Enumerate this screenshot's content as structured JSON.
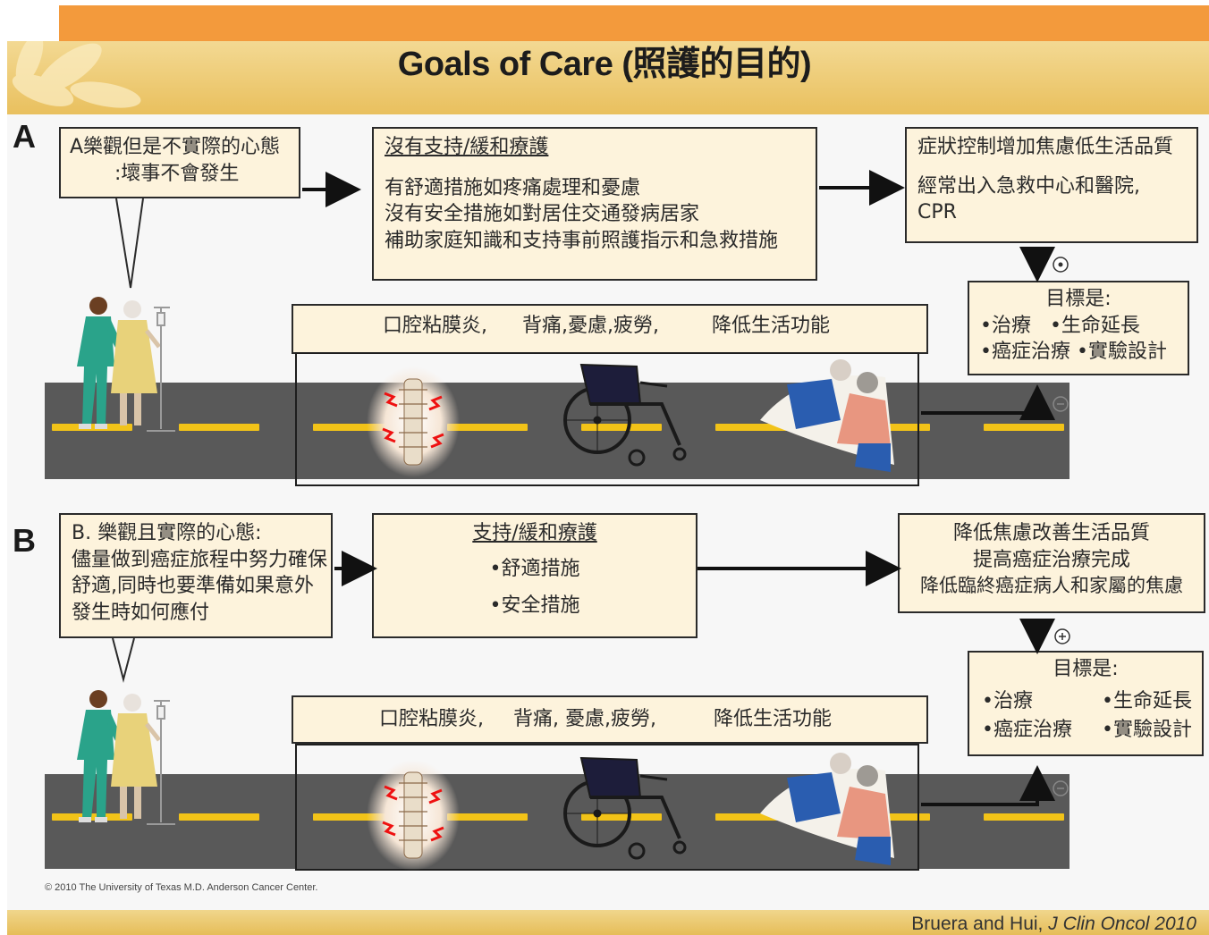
{
  "title": "Goals of Care (照護的目的)",
  "citation": {
    "authors": "Bruera and Hui,",
    "journal": "J Clin Oncol 2010"
  },
  "copyright": "© 2010 The University of Texas M.D. Anderson Cancer Center.",
  "panel_a": {
    "letter": "A",
    "mindset": [
      "A樂觀但是不實際的心態",
      ":壞事不會發生"
    ],
    "care": {
      "heading": "沒有支持/緩和療護",
      "lines": [
        "有舒適措施如疼痛處理和憂慮",
        "沒有安全措施如對居住交通發病居家",
        "補助家庭知識和支持事前照護指示和急救措施"
      ]
    },
    "outcome": [
      "症狀控制增加焦慮低生活品質",
      "經常出入急救中心和醫院,",
      "CPR"
    ],
    "goals": {
      "heading": "目標是:",
      "row1": "•治療   •生命延長",
      "row2": "•癌症治療  •實驗設計"
    },
    "symptoms": [
      "口腔粘膜炎,",
      "背痛,憂慮,疲勞,",
      "降低生活功能"
    ]
  },
  "panel_b": {
    "letter": "B",
    "mindset": [
      "B. 樂觀且實際的心態:",
      "儘量做到癌症旅程中努力確保",
      "舒適,同時也要準備如果意外",
      "發生時如何應付"
    ],
    "care": {
      "heading": "支持/緩和療護",
      "lines": [
        "•舒適措施",
        "•安全措施"
      ]
    },
    "outcome": [
      "降低焦慮改善生活品質",
      "提高癌症治療完成",
      "降低臨終癌症病人和家屬的焦慮"
    ],
    "goals": {
      "heading": "目標是:",
      "items": [
        "•治療",
        "•生命延長",
        "•癌症治療",
        "•實驗設計"
      ]
    },
    "symptoms": [
      "口腔粘膜炎,",
      "背痛, 憂慮,疲勞,",
      "降低生活功能"
    ]
  },
  "colors": {
    "orange": "#f39a3c",
    "gold": "#e9c05e",
    "box_fill": "#fdf3dc",
    "road": "#595959",
    "road_dash": "#f2c318"
  },
  "icons": [
    "arrow-right-icon",
    "arrow-down-icon",
    "circle-minus-icon",
    "circle-plus-icon",
    "person-nurse-icon",
    "person-patient-icon",
    "iv-pole-icon",
    "spine-pain-icon",
    "wheelchair-icon",
    "bed-patient-icon"
  ]
}
